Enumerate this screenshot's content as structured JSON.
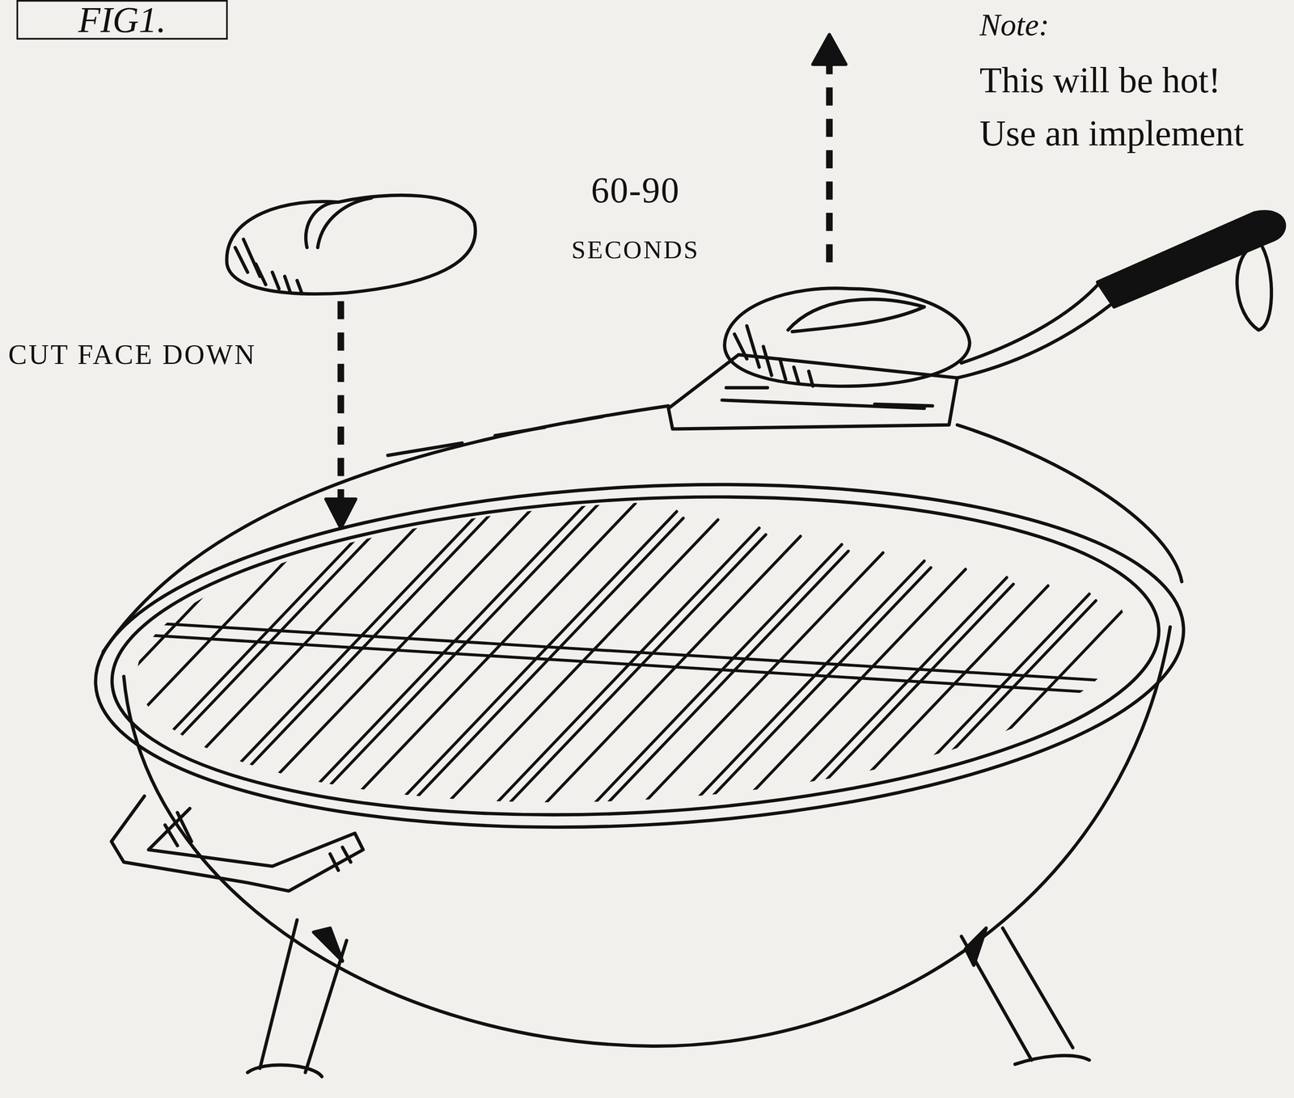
{
  "diagram": {
    "nodes": [
      {
        "text": [
          "FIG1."
        ]
      }
    ],
    "labels": [
      "Note:",
      "This will be hot! Use an implement",
      "60-90",
      "SECONDS",
      "CUT FACE DOWN"
    ]
  }
}
